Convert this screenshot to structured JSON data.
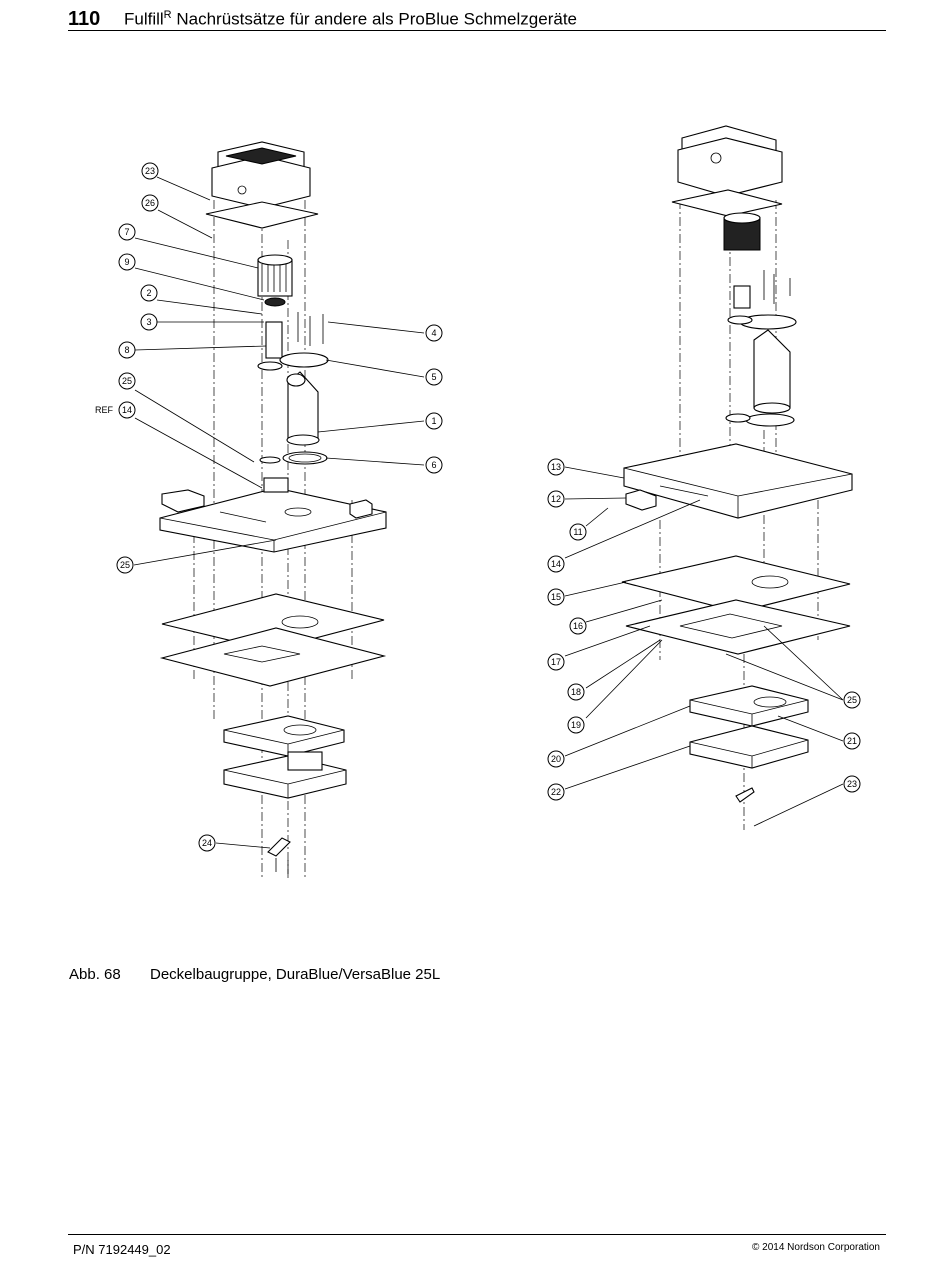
{
  "header": {
    "page_number": "110",
    "title_brand": "Fulfill",
    "title_mark": "R",
    "title_rest": " Nachrüstsätze für andere als ProBlue Schmelzgeräte"
  },
  "figure": {
    "label": "Abb. 68",
    "caption": "Deckelbaugruppe, DuraBlue/VersaBlue 25L",
    "ref_label": "REF",
    "callouts_left": [
      "23",
      "26",
      "7",
      "9",
      "2",
      "3",
      "8",
      "25",
      "14",
      "4",
      "5",
      "1",
      "6",
      "25",
      "24"
    ],
    "callouts_right": [
      "13",
      "12",
      "11",
      "14",
      "15",
      "16",
      "17",
      "18",
      "19",
      "25",
      "20",
      "21",
      "22",
      "23"
    ]
  },
  "footer": {
    "part_number": "P/N 7192449_02",
    "copyright": "© 2014 Nordson Corporation"
  }
}
